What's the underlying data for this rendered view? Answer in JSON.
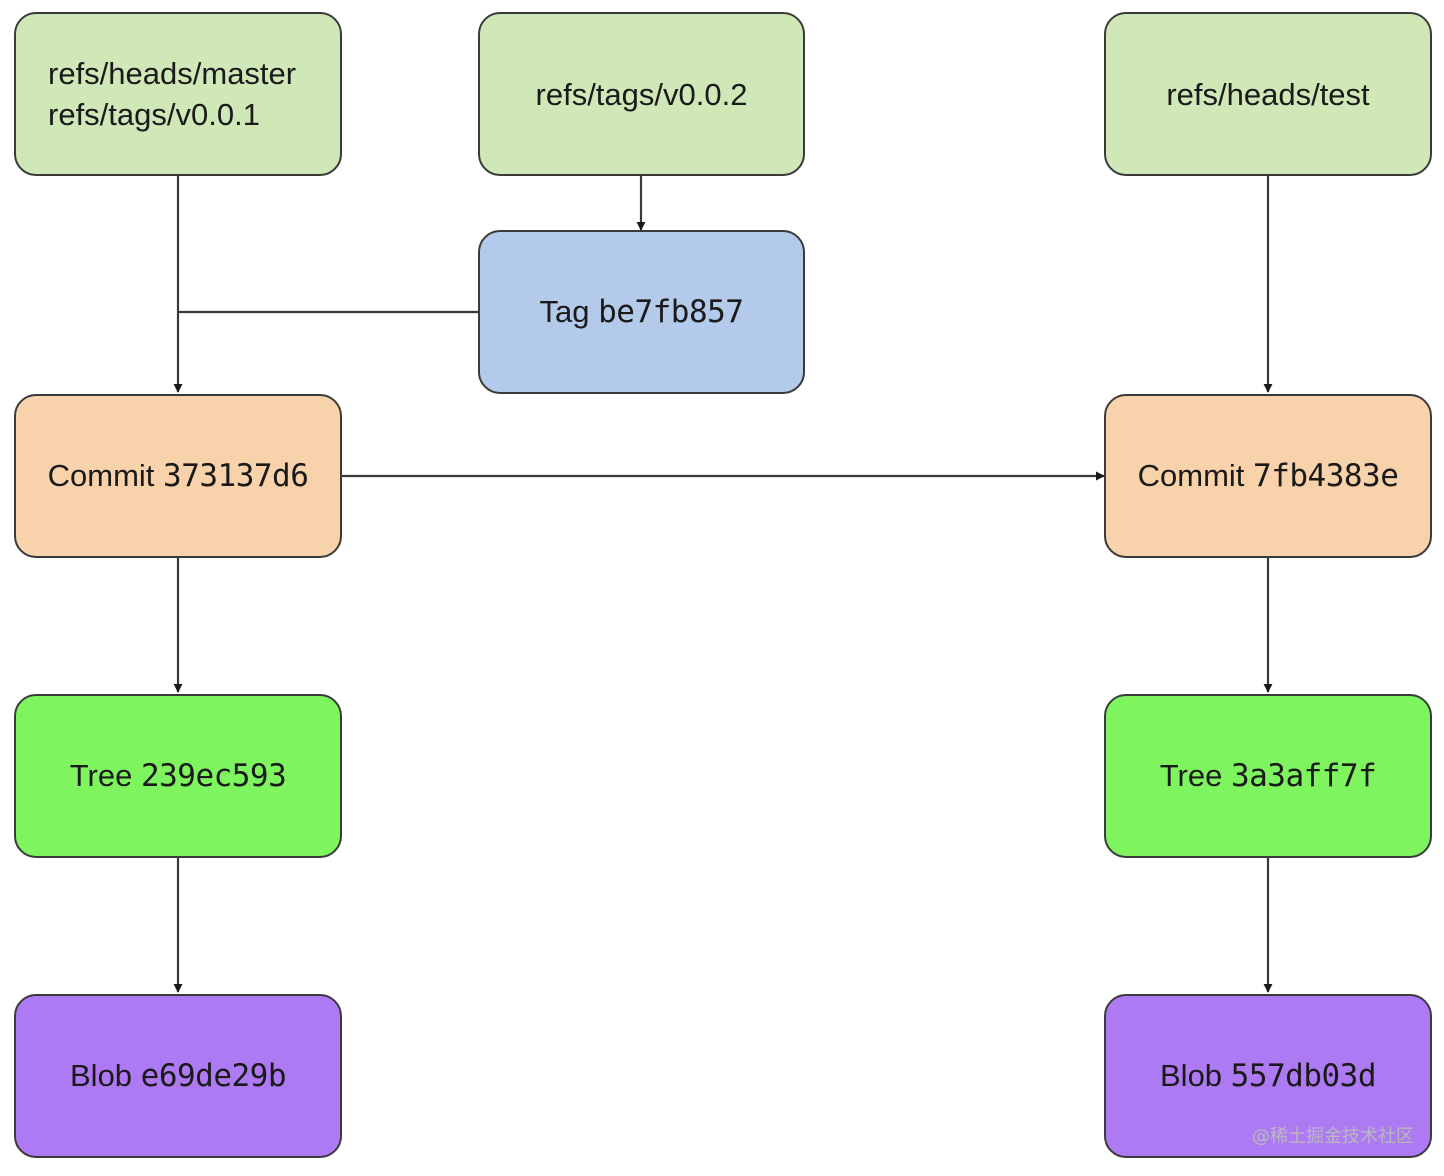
{
  "colors": {
    "ref": "#d0e8b8",
    "tag": "#b4caea",
    "commit": "#f8d2aa",
    "tree": "#7ef55e",
    "blob": "#ae7af4",
    "stroke": "#3a3a3a"
  },
  "nodes": {
    "ref_master": {
      "line1": "refs/heads/master",
      "line2": "refs/tags/v0.0.1"
    },
    "ref_tag": {
      "label": "refs/tags/v0.0.2"
    },
    "ref_test": {
      "label": "refs/heads/test"
    },
    "tag": {
      "kind": "Tag",
      "hash": "be7fb857"
    },
    "commit_left": {
      "kind": "Commit",
      "hash": "373137d6"
    },
    "commit_right": {
      "kind": "Commit",
      "hash": "7fb4383e"
    },
    "tree_left": {
      "kind": "Tree",
      "hash": "239ec593"
    },
    "tree_right": {
      "kind": "Tree",
      "hash": "3a3aff7f"
    },
    "blob_left": {
      "kind": "Blob",
      "hash": "e69de29b"
    },
    "blob_right": {
      "kind": "Blob",
      "hash": "557db03d"
    }
  },
  "watermark": "@稀土掘金技术社区"
}
